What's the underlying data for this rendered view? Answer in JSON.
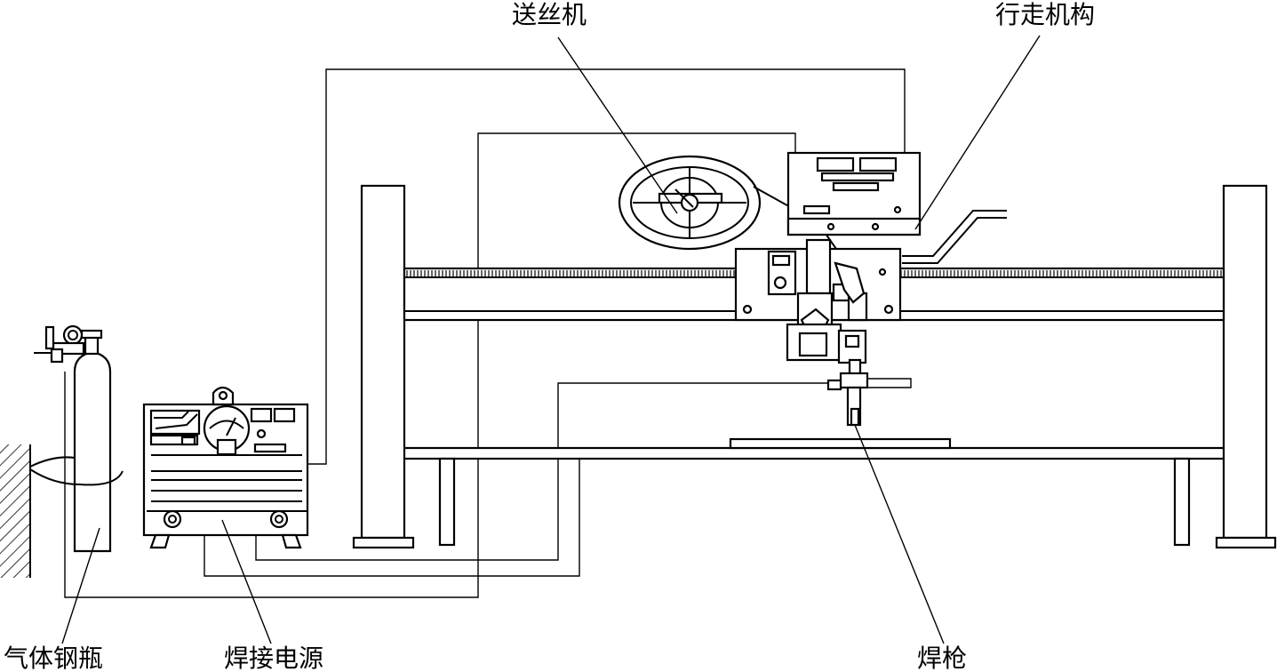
{
  "labels": {
    "wire_feeder": "送丝机",
    "travel_mechanism": "行走机构",
    "gas_cylinder": "气体钢瓶",
    "power_source": "焊接电源",
    "torch": "焊枪"
  }
}
